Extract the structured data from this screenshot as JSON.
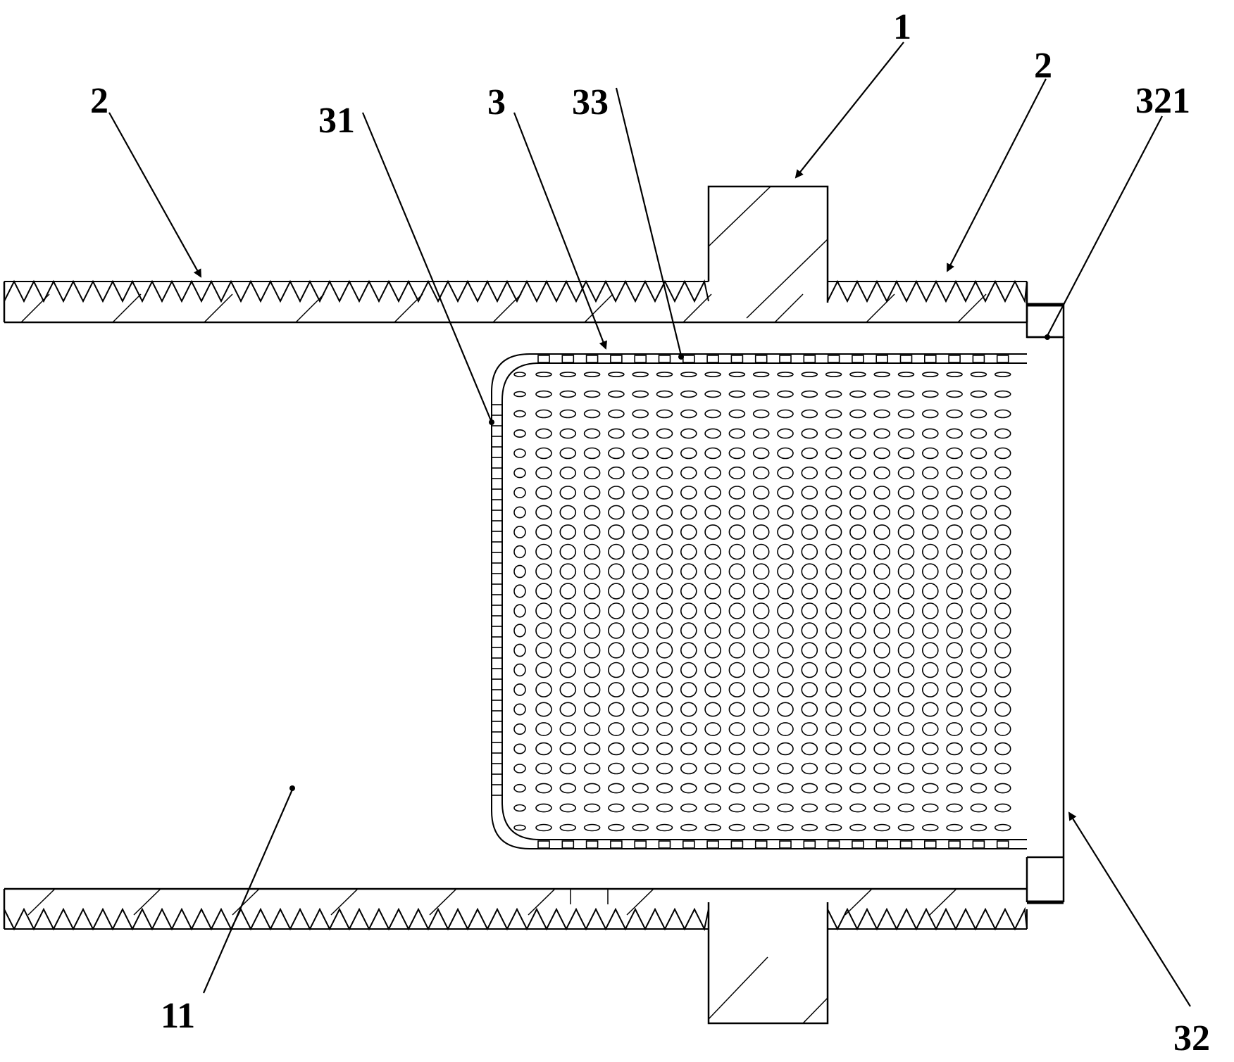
{
  "labels": {
    "part_1": "1",
    "part_2_left": "2",
    "part_2_right": "2",
    "part_3": "3",
    "part_11": "11",
    "part_31": "31",
    "part_32": "32",
    "part_33": "33",
    "part_321": "321"
  },
  "colors": {
    "line": "#000000",
    "background": "#ffffff"
  }
}
